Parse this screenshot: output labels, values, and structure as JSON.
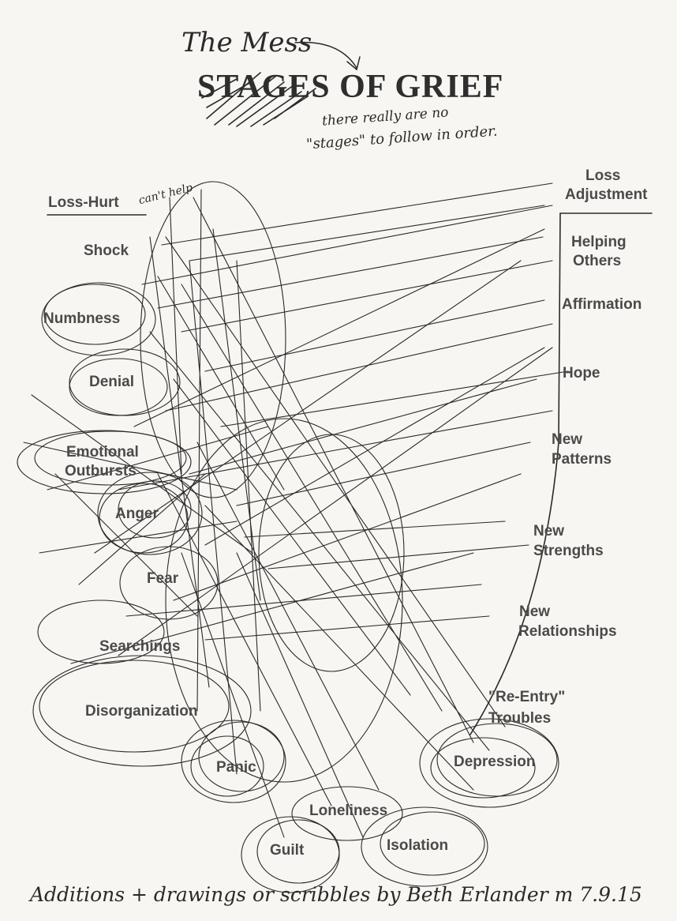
{
  "title": "STAGES OF GRIEF",
  "annotations": {
    "title_hand": "The Mess",
    "subtitle_hand_line1": "there really are no",
    "subtitle_hand_line2": "\"stages\" to follow in order.",
    "loss_hurt_hand": "can't help",
    "signature": "Additions + drawings or scribbles by Beth Erlander m 7.9.15"
  },
  "left_stages": {
    "loss_hurt": "Loss-Hurt",
    "shock": "Shock",
    "numbness": "Numbness",
    "denial": "Denial",
    "emotional_1": "Emotional",
    "emotional_2": "Outbursts",
    "anger": "Anger",
    "fear": "Fear",
    "searchings": "Searchings",
    "disorganization": "Disorganization",
    "panic": "Panic",
    "guilt": "Guilt",
    "loneliness": "Loneliness",
    "isolation": "Isolation",
    "depression": "Depression"
  },
  "right_stages": {
    "loss_adj_1": "Loss",
    "loss_adj_2": "Adjustment",
    "helping_1": "Helping",
    "helping_2": "Others",
    "affirmation": "Affirmation",
    "hope": "Hope",
    "patterns_1": "New",
    "patterns_2": "Patterns",
    "strengths_1": "New",
    "strengths_2": "Strengths",
    "relationships_1": "New",
    "relationships_2": "Relationships",
    "reentry_1": "\"Re-Entry\"",
    "reentry_2": "Troubles"
  },
  "colors": {
    "ink": "#2a2a2a",
    "label": "#4a4a4a",
    "paper": "#f7f6f2"
  }
}
